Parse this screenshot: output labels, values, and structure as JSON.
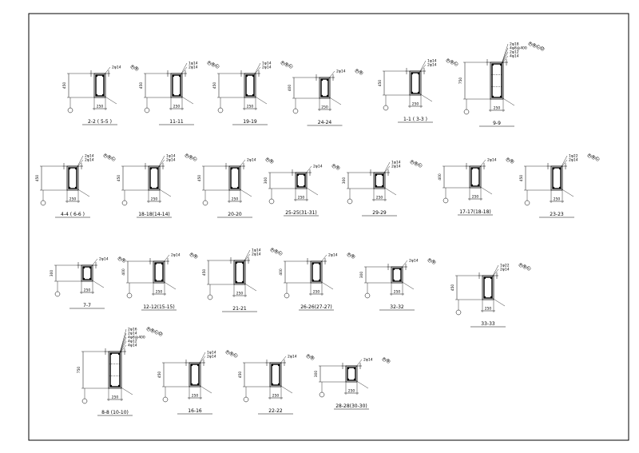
{
  "sections": [
    {
      "id": "s1",
      "title": "2-2 ( 5-5 )",
      "height_label": "450",
      "width_label": "250",
      "notes": [
        "2φ14"
      ],
      "tags": [
        "A",
        "B"
      ]
    },
    {
      "id": "s2",
      "title": "11-11",
      "height_label": "450",
      "width_label": "250",
      "notes": [
        "1φ14",
        "2φ14"
      ],
      "tags": [
        "A",
        "B",
        "C"
      ]
    },
    {
      "id": "s3",
      "title": "19-19",
      "height_label": "450",
      "width_label": "250",
      "notes": [
        "1φ14",
        "2φ14"
      ],
      "tags": [
        "A",
        "B",
        "C"
      ]
    },
    {
      "id": "s4",
      "title": "24-24",
      "height_label": "400",
      "width_label": "250",
      "notes": [
        "2φ14"
      ],
      "tags": [
        "A",
        "B"
      ]
    },
    {
      "id": "s5",
      "title": "1-1 ( 3-3 )",
      "height_label": "450",
      "width_label": "250",
      "notes": [
        "1φ14",
        "2φ14"
      ],
      "tags": [
        "A",
        "B",
        "C"
      ]
    },
    {
      "id": "s6",
      "title": "9-9",
      "height_label": "750",
      "width_label": "250",
      "notes": [
        "2φ18",
        "4φ8@400",
        "2φ12",
        "4φ14"
      ],
      "tags": [
        "A",
        "B",
        "C",
        "D"
      ]
    },
    {
      "id": "s7",
      "title": "4-4 ( 6-6 )",
      "height_label": "450",
      "width_label": "250",
      "notes": [
        "2φ14",
        "2φ14"
      ],
      "tags": [
        "A",
        "B",
        "C"
      ]
    },
    {
      "id": "s8",
      "title": "18-18(14-14)",
      "height_label": "450",
      "width_label": "250",
      "notes": [
        "1φ14",
        "2φ14"
      ],
      "tags": [
        "A",
        "B",
        "C"
      ]
    },
    {
      "id": "s9",
      "title": "20-20",
      "height_label": "450",
      "width_label": "250",
      "notes": [
        "2φ14"
      ],
      "tags": [
        "A",
        "B"
      ]
    },
    {
      "id": "s10",
      "title": "25-25(31-31)",
      "height_label": "300",
      "width_label": "250",
      "notes": [
        "2φ14"
      ],
      "tags": [
        "A",
        "B"
      ]
    },
    {
      "id": "s11",
      "title": "29-29",
      "height_label": "300",
      "width_label": "250",
      "notes": [
        "1φ14",
        "2φ14"
      ],
      "tags": [
        "A",
        "B",
        "C"
      ]
    },
    {
      "id": "s12",
      "title": "17-17(18-18)",
      "height_label": "400",
      "width_label": "250",
      "notes": [
        "2φ14"
      ],
      "tags": [
        "A",
        "B"
      ]
    },
    {
      "id": "s13",
      "title": "23-23",
      "height_label": "450",
      "width_label": "250",
      "notes": [
        "1φ22",
        "2φ14"
      ],
      "tags": [
        "A",
        "B",
        "C"
      ]
    },
    {
      "id": "s14",
      "title": "7-7",
      "height_label": "300",
      "width_label": "250",
      "notes": [
        "2φ14"
      ],
      "tags": [
        "A",
        "B"
      ]
    },
    {
      "id": "s15",
      "title": "12-12(15-15)",
      "height_label": "400",
      "width_label": "250",
      "notes": [
        "2φ14"
      ],
      "tags": [
        "A",
        "B"
      ]
    },
    {
      "id": "s16",
      "title": "21-21",
      "height_label": "450",
      "width_label": "250",
      "notes": [
        "1φ14",
        "2φ14"
      ],
      "tags": [
        "A",
        "B",
        "C"
      ]
    },
    {
      "id": "s17",
      "title": "26-26(27-27)",
      "height_label": "400",
      "width_label": "250",
      "notes": [
        "2φ14"
      ],
      "tags": [
        "A",
        "B"
      ]
    },
    {
      "id": "s18",
      "title": "32-32",
      "height_label": "300",
      "width_label": "250",
      "notes": [
        "2φ14"
      ],
      "tags": [
        "A",
        "B"
      ]
    },
    {
      "id": "s19",
      "title": "33-33",
      "height_label": "450",
      "width_label": "250",
      "notes": [
        "1φ22",
        "2φ14"
      ],
      "tags": [
        "A",
        "B",
        "C"
      ]
    },
    {
      "id": "s20",
      "title": "8-8 (10-10)",
      "height_label": "750",
      "width_label": "250",
      "notes": [
        "2φ16",
        "2φ14",
        "4φ8@400",
        "4φ12",
        "4φ14"
      ],
      "tags": [
        "A",
        "B",
        "C",
        "D"
      ]
    },
    {
      "id": "s21",
      "title": "16-16",
      "height_label": "450",
      "width_label": "250",
      "notes": [
        "1φ14",
        "2φ14"
      ],
      "tags": [
        "A",
        "B",
        "C"
      ]
    },
    {
      "id": "s22",
      "title": "22-22",
      "height_label": "450",
      "width_label": "250",
      "notes": [
        "2φ14"
      ],
      "tags": [
        "A",
        "B"
      ]
    },
    {
      "id": "s23",
      "title": "28-28(30-30)",
      "height_label": "300",
      "width_label": "250",
      "notes": [
        "2φ14"
      ],
      "tags": [
        "A",
        "B"
      ]
    }
  ]
}
